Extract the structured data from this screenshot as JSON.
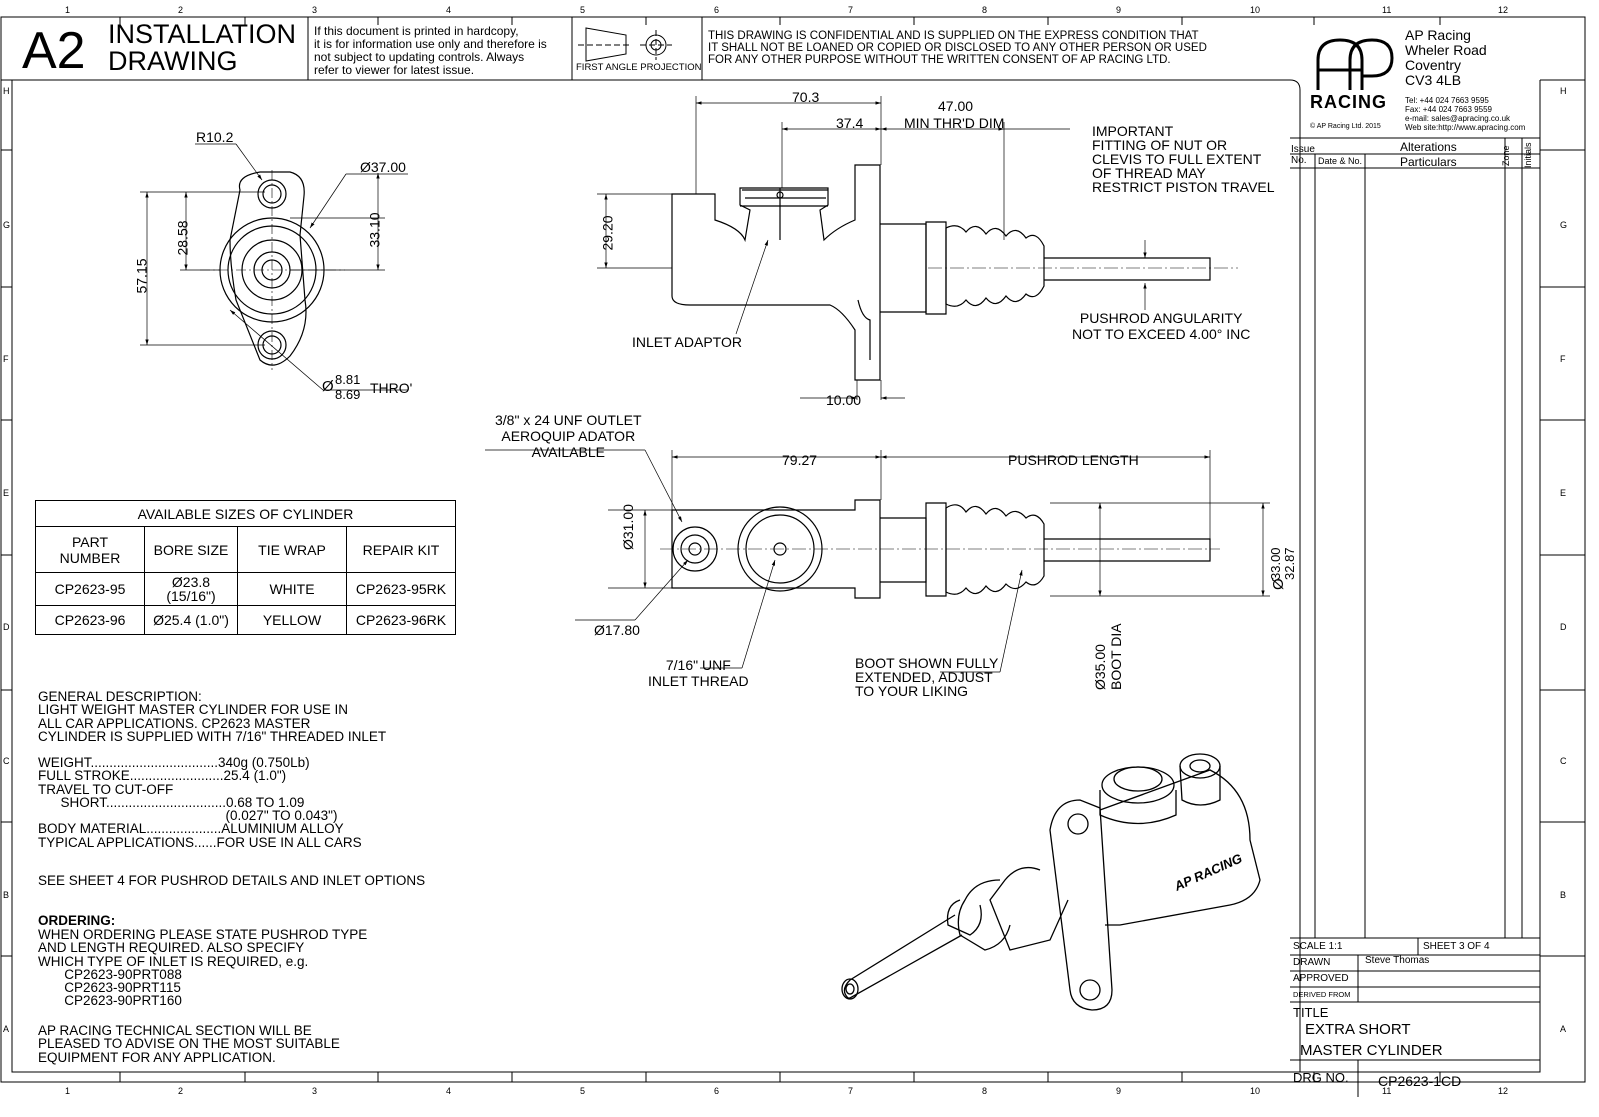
{
  "grid": {
    "columns": [
      "1",
      "2",
      "3",
      "4",
      "5",
      "6",
      "7",
      "8",
      "9",
      "10",
      "11",
      "12"
    ],
    "rows": [
      "H",
      "G",
      "F",
      "E",
      "D",
      "C",
      "B",
      "A"
    ]
  },
  "header": {
    "size": "A2",
    "title_line1": "INSTALLATION",
    "title_line2": "DRAWING",
    "hardcopy_notice": [
      "If this document is printed in hardcopy,",
      "it is for information use only and therefore is",
      "not subject to updating controls. Always",
      "refer to viewer for latest issue."
    ],
    "projection_label": "FIRST ANGLE PROJECTION",
    "confidential_notice": [
      "THIS DRAWING IS CONFIDENTIAL AND IS SUPPLIED ON THE EXPRESS CONDITION THAT",
      "IT SHALL NOT BE LOANED OR COPIED OR DISCLOSED TO ANY OTHER PERSON OR USED",
      "FOR ANY OTHER PURPOSE WITHOUT THE WRITTEN CONSENT OF AP RACING LTD."
    ]
  },
  "company": {
    "logo_brand": "AP",
    "logo_name": "RACING",
    "copyright": "© AP Racing Ltd. 2015",
    "address": [
      "AP Racing",
      "Wheler Road",
      "Coventry",
      "CV3 4LB"
    ],
    "contact": [
      "Tel:  +44 024 7663 9595",
      "Fax: +44 024 7663 9559",
      "e-mail: sales@apracing.co.uk",
      "Web site:http://www.apracing.com"
    ]
  },
  "revisions": {
    "issue_no": [
      "Issue",
      "No."
    ],
    "alterations": "Alterations",
    "date_no": "Date & No.",
    "particulars": "Particulars",
    "zone": "Zone",
    "initials": "Initials"
  },
  "title_block": {
    "scale": "SCALE  1:1",
    "sheet": "SHEET  3  OF  4",
    "drawn_label": "DRAWN",
    "drawn_value": "Steve Thomas",
    "approved_label": "APPROVED",
    "derived_label": "DERIVED FROM",
    "title_label": "TITLE",
    "title_line1": "EXTRA SHORT",
    "title_line2": "MASTER CYLINDER",
    "drg_label": "DRG NO.",
    "drg_value": "CP2623-1CD"
  },
  "front_view": {
    "r": "R10.2",
    "d37": "Ø37.00",
    "d2858": "28.58",
    "d3310": "33.10",
    "d5715": "57.15",
    "hole_upper": "8.81",
    "hole_lower": "8.69",
    "hole_phi": "Ø",
    "thro": "THRO'"
  },
  "side_view": {
    "d703": "70.3",
    "d374": "37.4",
    "d4700": "47.00",
    "min_thread": "MIN THR'D DIM",
    "d2920": "29.20",
    "d1000": "10.00",
    "inlet_adaptor": "INLET ADAPTOR",
    "important": [
      "IMPORTANT",
      "FITTING OF NUT OR",
      "CLEVIS TO FULL EXTENT",
      "OF THREAD MAY",
      "RESTRICT PISTON TRAVEL"
    ],
    "angularity": [
      "PUSHROD ANGULARITY",
      "NOT TO EXCEED 4.00° INC"
    ]
  },
  "top_view": {
    "outlet_note": [
      "3/8\" x 24 UNF OUTLET",
      "AEROQUIP ADATOR",
      "AVAILABLE"
    ],
    "d7927": "79.27",
    "pushrod_length": "PUSHROD LENGTH",
    "d3100": "Ø31.00",
    "d1780": "Ø17.80",
    "inlet_thread": [
      "7/16\" UNF",
      "INLET THREAD"
    ],
    "boot_note": [
      "BOOT SHOWN FULLY",
      "EXTENDED, ADJUST",
      "TO YOUR LIKING"
    ],
    "boot_dia": [
      "Ø35.00",
      "BOOT DIA"
    ],
    "d3300": "33.00",
    "d3287": "32.87",
    "phi": "Ø"
  },
  "sizes_table": {
    "caption": "AVAILABLE SIZES OF CYLINDER",
    "headers": [
      [
        "PART",
        "NUMBER"
      ],
      [
        "BORE SIZE"
      ],
      [
        "TIE WRAP"
      ],
      [
        "REPAIR KIT"
      ]
    ],
    "rows": [
      {
        "part": "CP2623-95",
        "bore": "Ø23.8",
        "bore_sub": "(15/16\")",
        "wrap": "WHITE",
        "kit": "CP2623-95RK"
      },
      {
        "part": "CP2623-96",
        "bore": "Ø25.4 (1.0\")",
        "bore_sub": "",
        "wrap": "YELLOW",
        "kit": "CP2623-96RK"
      }
    ]
  },
  "notes": {
    "general": "GENERAL DESCRIPTION:\nLIGHT WEIGHT MASTER CYLINDER FOR USE IN\nALL CAR APPLICATIONS. CP2623 MASTER\nCYLINDER IS SUPPLIED WITH 7/16\" THREADED INLET",
    "specs": "WEIGHT..................................340g (0.750Lb)\nFULL STROKE.........................25.4 (1.0\")\nTRAVEL TO CUT-OFF\n      SHORT................................0.68 TO 1.09\n                                                  (0.027\" TO 0.043\")\nBODY MATERIAL....................ALUMINIUM ALLOY\nTYPICAL APPLICATIONS......FOR USE IN ALL CARS",
    "see_sheet": "SEE SHEET 4 FOR PUSHROD DETAILS AND INLET OPTIONS",
    "ordering_title": "ORDERING:",
    "ordering": "WHEN ORDERING PLEASE STATE PUSHROD TYPE\nAND LENGTH REQUIRED. ALSO SPECIFY\nWHICH TYPE OF INLET IS REQUIRED, e.g.\n       CP2623-90PRT088\n       CP2623-90PRT115\n       CP2623-90PRT160",
    "advice": "AP RACING TECHNICAL SECTION WILL BE\nPLEASED TO ADVISE ON THE MOST SUITABLE\nEQUIPMENT FOR ANY APPLICATION."
  },
  "iso_view": {
    "brand": "AP RACING"
  }
}
